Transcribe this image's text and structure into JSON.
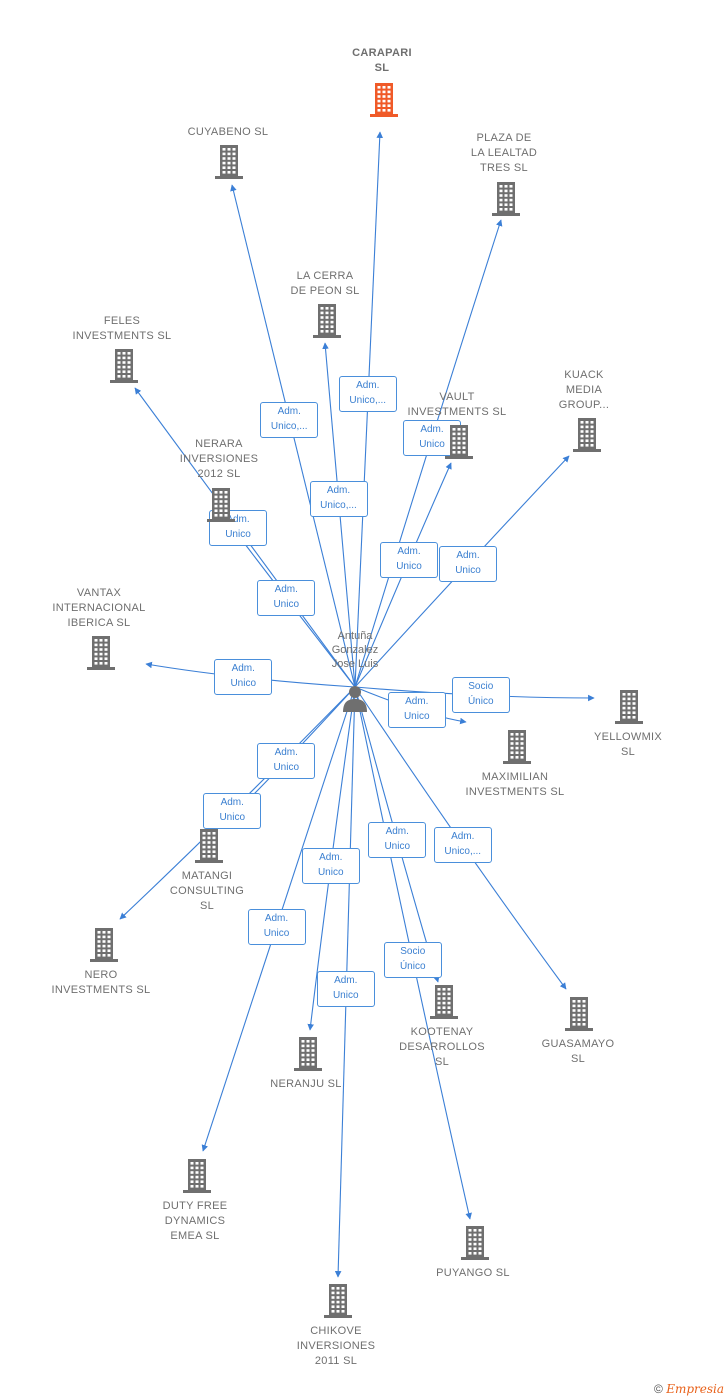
{
  "center": {
    "name": "Antuña\nGonzalez\nJose Luis"
  },
  "colors": {
    "edge": "#3b7fd6",
    "building": "#6f6f6f",
    "highlight": "#f05a28"
  },
  "nodes": [
    {
      "id": "carapari",
      "label": "CARAPARI\nSL",
      "highlight": true
    },
    {
      "id": "cuyabeno",
      "label": "CUYABENO SL"
    },
    {
      "id": "plaza",
      "label": "PLAZA DE\nLA LEALTAD\nTRES  SL"
    },
    {
      "id": "lacerra",
      "label": "LA CERRA\nDE PEON  SL"
    },
    {
      "id": "feles",
      "label": "FELES\nINVESTMENTS SL"
    },
    {
      "id": "vault",
      "label": "VAULT\nINVESTMENTS SL"
    },
    {
      "id": "kuack",
      "label": "KUACK\nMEDIA\nGROUP..."
    },
    {
      "id": "nerara",
      "label": "NERARA\nINVERSIONES\n2012 SL"
    },
    {
      "id": "vantax",
      "label": "VANTAX\nINTERNACIONAL\nIBERICA  SL"
    },
    {
      "id": "yellowmix",
      "label": "YELLOWMIX\nSL"
    },
    {
      "id": "maximilian",
      "label": "MAXIMILIAN\nINVESTMENTS SL"
    },
    {
      "id": "matangi",
      "label": "MATANGI\nCONSULTING\nSL"
    },
    {
      "id": "nero",
      "label": "NERO\nINVESTMENTS SL"
    },
    {
      "id": "guasamayo",
      "label": "GUASAMAYO\nSL"
    },
    {
      "id": "kootenay",
      "label": "KOOTENAY\nDESARROLLOS\nSL"
    },
    {
      "id": "neranju",
      "label": "NERANJU  SL"
    },
    {
      "id": "dutyfree",
      "label": "DUTY FREE\nDYNAMICS\nEMEA  SL"
    },
    {
      "id": "puyango",
      "label": "PUYANGO  SL"
    },
    {
      "id": "chikove",
      "label": "CHIKOVE\nINVERSIONES\n2011 SL"
    }
  ],
  "edges": [
    {
      "to": "carapari",
      "label": "Adm.\nUnico,..."
    },
    {
      "to": "cuyabeno",
      "label": "Adm.\nUnico,..."
    },
    {
      "to": "plaza",
      "label": "Adm.\nUnico"
    },
    {
      "to": "lacerra",
      "label": "Adm.\nUnico,..."
    },
    {
      "to": "feles",
      "label": "Adm.\nUnico"
    },
    {
      "to": "vault",
      "label": "Adm.\nUnico"
    },
    {
      "to": "kuack",
      "label": "Adm.\nUnico"
    },
    {
      "to": "nerara",
      "label": "Adm.\nUnico"
    },
    {
      "to": "vantax",
      "label": "Adm.\nUnico"
    },
    {
      "to": "yellowmix",
      "label": "Socio\nÚnico"
    },
    {
      "to": "maximilian",
      "label": "Adm.\nUnico"
    },
    {
      "to": "matangi",
      "label": "Adm.\nUnico"
    },
    {
      "to": "nero",
      "label": "Adm.\nUnico"
    },
    {
      "to": "guasamayo",
      "label": "Adm.\nUnico,..."
    },
    {
      "to": "kootenay",
      "label": "Adm.\nUnico"
    },
    {
      "to": "neranju",
      "label": "Adm.\nUnico"
    },
    {
      "to": "dutyfree",
      "label": "Adm.\nUnico"
    },
    {
      "to": "puyango",
      "label": "Socio\nÚnico"
    },
    {
      "to": "chikove",
      "label": "Adm.\nUnico"
    }
  ],
  "footer": {
    "copyright": "©",
    "brand": "Empresia"
  }
}
